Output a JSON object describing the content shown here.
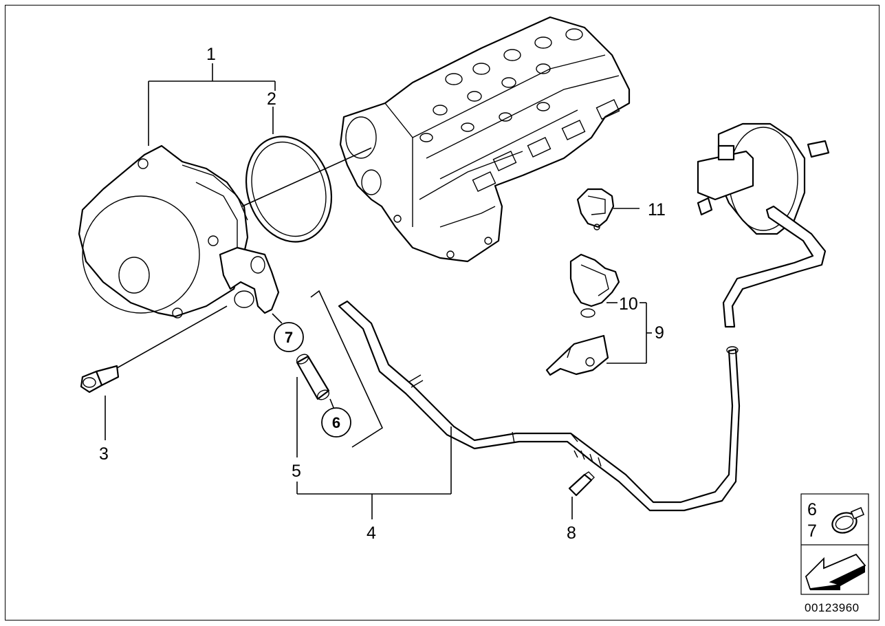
{
  "callouts": {
    "c1": "1",
    "c2": "2",
    "c3": "3",
    "c4": "4",
    "c5": "5",
    "c6": "6",
    "c7": "7",
    "c8": "8",
    "c9": "9",
    "c10": "10",
    "c11": "11"
  },
  "circled": {
    "c7": "7",
    "c6": "6"
  },
  "legend_box": {
    "line1": "6",
    "line2": "7"
  },
  "drawing_number": "00123960"
}
